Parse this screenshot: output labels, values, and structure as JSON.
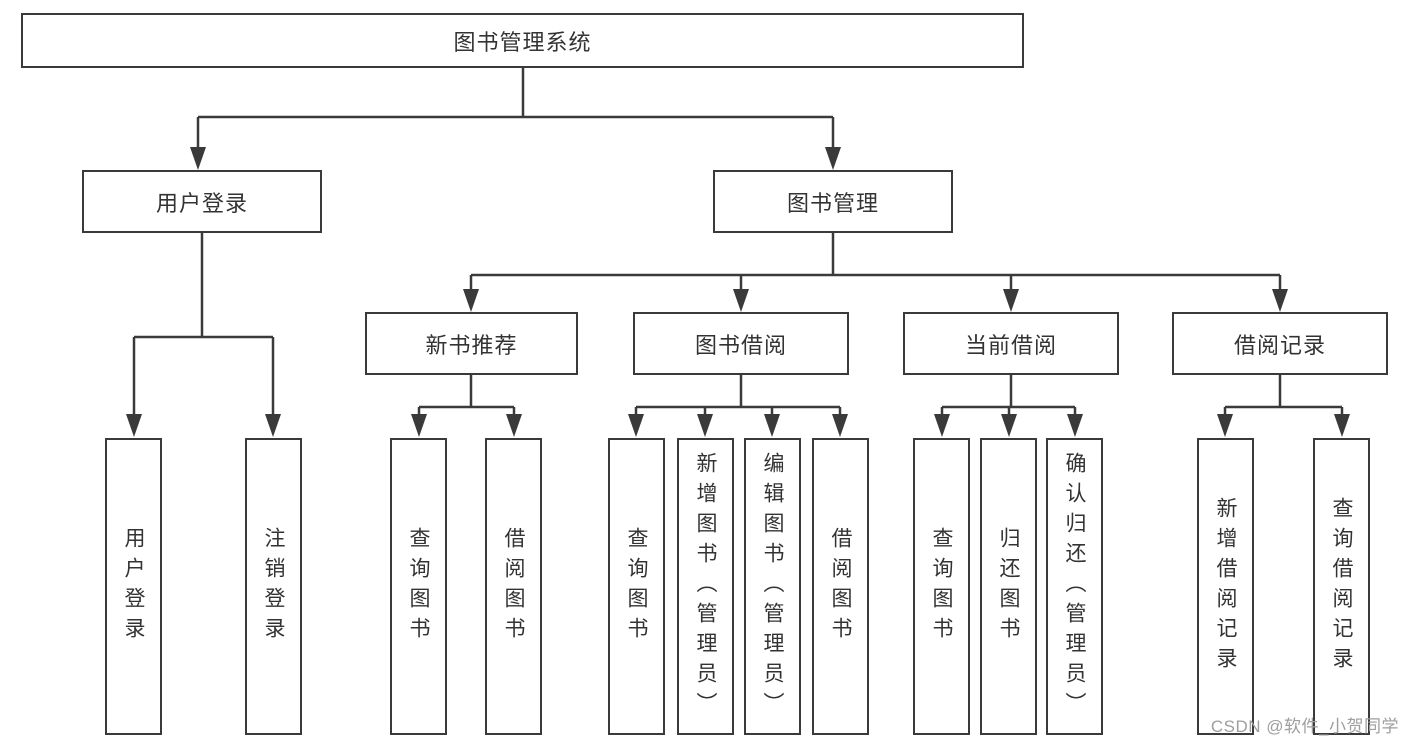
{
  "diagram": {
    "tree": {
      "root": {
        "label": "图书管理系统"
      },
      "children": [
        {
          "label": "用户登录",
          "children": [
            {
              "label": "用户登录"
            },
            {
              "label": "注销登录"
            }
          ]
        },
        {
          "label": "图书管理",
          "children": [
            {
              "label": "新书推荐",
              "children": [
                {
                  "label": "查询图书"
                },
                {
                  "label": "借阅图书"
                }
              ]
            },
            {
              "label": "图书借阅",
              "children": [
                {
                  "label": "查询图书"
                },
                {
                  "label": "新增图书（管理员）"
                },
                {
                  "label": "编辑图书（管理员）"
                },
                {
                  "label": "借阅图书"
                }
              ]
            },
            {
              "label": "当前借阅",
              "children": [
                {
                  "label": "查询图书"
                },
                {
                  "label": "归还图书"
                },
                {
                  "label": "确认归还（管理员）"
                }
              ]
            },
            {
              "label": "借阅记录",
              "children": [
                {
                  "label": "新增借阅记录"
                },
                {
                  "label": "查询借阅记录"
                }
              ]
            }
          ]
        }
      ]
    },
    "colors": {
      "line": "#3a3a3a",
      "box_fill": "#ffffff",
      "text": "#333333",
      "watermark": "#9e9e9e"
    }
  },
  "watermark": {
    "text": "CSDN @软件_小贺同学"
  }
}
